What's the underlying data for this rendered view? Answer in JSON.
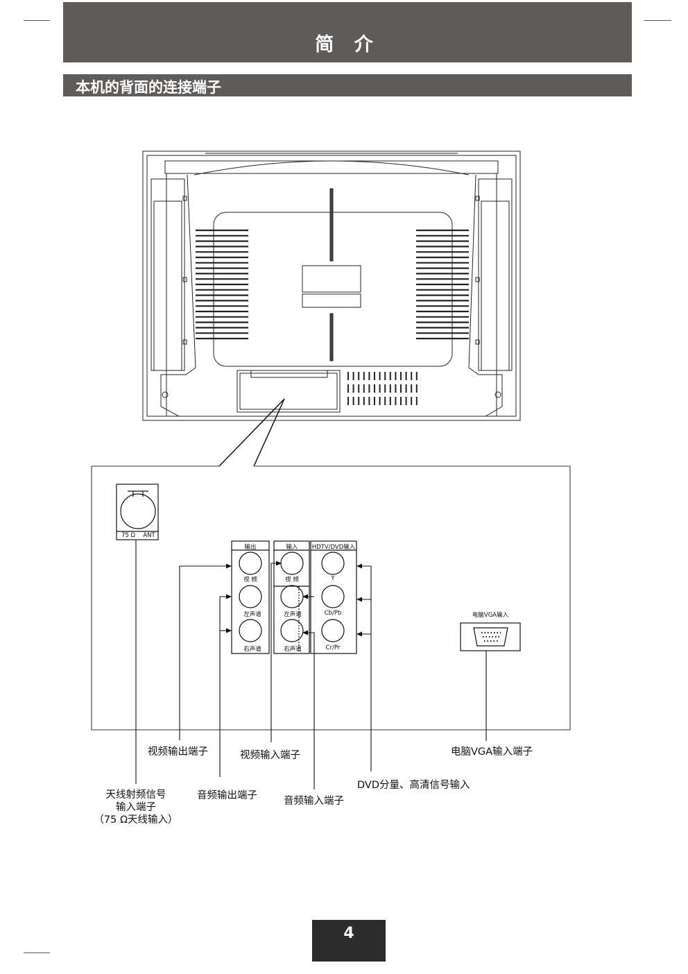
{
  "header": {
    "title": "简 介"
  },
  "section": {
    "title": "本机的背面的连接端子"
  },
  "panel": {
    "ant_label_left": "75 Ω",
    "ant_label_right": "ANT",
    "group_output": "输出",
    "group_input": "输入",
    "group_hdtv": "HDTV/DVD输入",
    "jack_video": "视 频",
    "jack_left": "左声道",
    "jack_right": "右声道",
    "jack_y": "Y",
    "jack_cb": "Cb/Pb",
    "jack_cr": "Cr/Pr",
    "vga_title": "电脑VGA输入"
  },
  "callouts": {
    "video_out": "视频输出端子",
    "video_in": "视频输入端子",
    "pc_vga": "电脑VGA输入端子",
    "dvd_component": "DVD分量、高清信号输入",
    "audio_out": "音频输出端子",
    "audio_in": "音频输入端子",
    "antenna_line1": "天线射频信号",
    "antenna_line2": "输入端子",
    "antenna_line3": "（75 Ω天线输入）"
  },
  "page_number": "4"
}
